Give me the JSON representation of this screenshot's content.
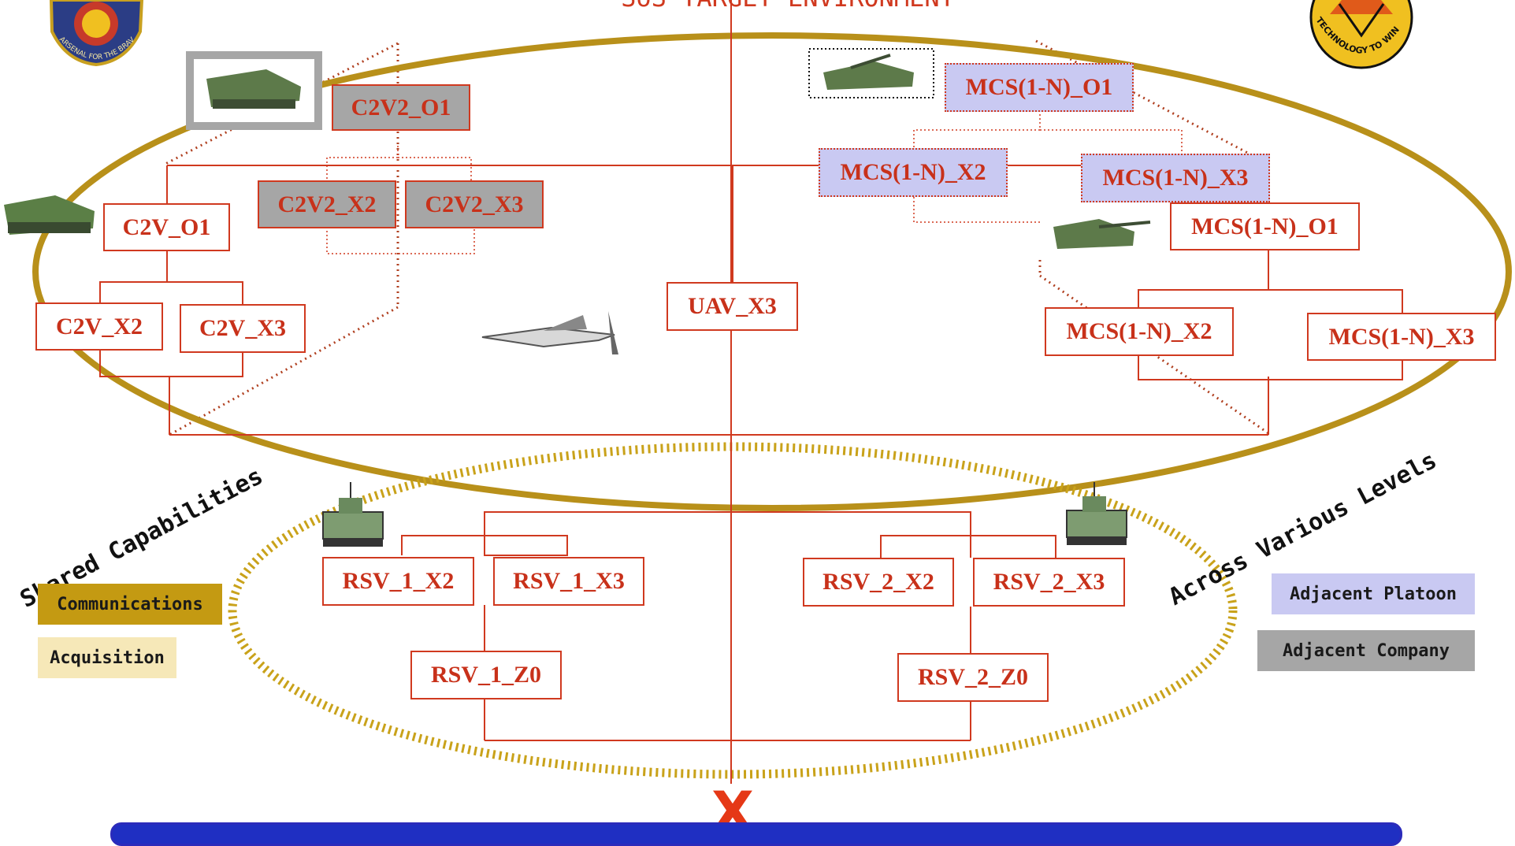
{
  "title": "SoS TARGET ENVIRONMENT",
  "nodes": {
    "c2v2_o1": "C2V2_O1",
    "c2v2_x2": "C2V2_X2",
    "c2v2_x3": "C2V2_X3",
    "c2v_o1": "C2V_O1",
    "c2v_x2": "C2V_X2",
    "c2v_x3": "C2V_X3",
    "uav_x3": "UAV_X3",
    "mcs_adj_o1": "MCS(1-N)_O1",
    "mcs_adj_x2": "MCS(1-N)_X2",
    "mcs_adj_x3": "MCS(1-N)_X3",
    "mcs_o1": "MCS(1-N)_O1",
    "mcs_x2": "MCS(1-N)_X2",
    "mcs_x3": "MCS(1-N)_X3",
    "rsv1_x2": "RSV_1_X2",
    "rsv1_x3": "RSV_1_X3",
    "rsv1_z0": "RSV_1_Z0",
    "rsv2_x2": "RSV_2_X2",
    "rsv2_x3": "RSV_2_X3",
    "rsv2_z0": "RSV_2_Z0"
  },
  "annotations": {
    "shared": "Shared Capabilities",
    "across": "Across Various Levels"
  },
  "legend": {
    "communications": "Communications",
    "acquisition": "Acquisition",
    "adjacent_platoon": "Adjacent Platoon",
    "adjacent_company": "Adjacent Company"
  },
  "logos": {
    "left_motto": "ARSENAL FOR THE BRAVE",
    "right_motto": "TECHNOLOGY TO WIN"
  },
  "bottom_marker": "X",
  "colors": {
    "node_border": "#d0391f",
    "node_text": "#c8311a",
    "connector": "#d0391f",
    "gold_ellipse": "#b8901a",
    "dotted_ellipse": "#c9a21a",
    "adjacent_company_fill": "#a6a6a6",
    "adjacent_platoon_fill": "#c9c9f2",
    "communications_fill": "#c49a12",
    "acquisition_fill": "#f6e8b8"
  }
}
